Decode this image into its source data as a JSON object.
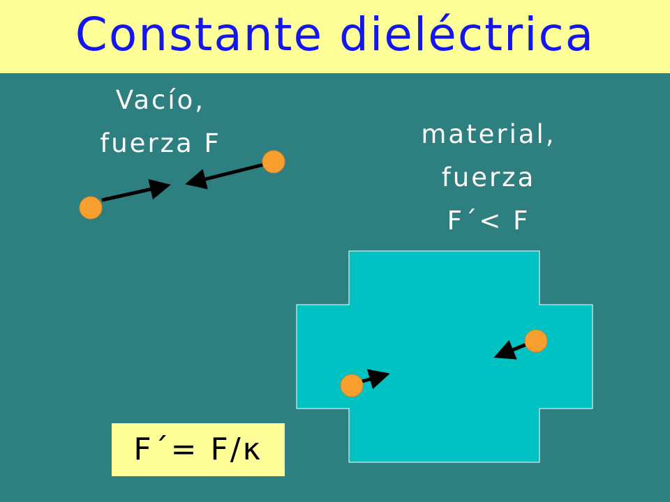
{
  "title": "Constante dieléctrica",
  "vacuum": {
    "line1": "Vacío,",
    "line2": "fuerza F"
  },
  "material": {
    "line1": "material,",
    "line2": "fuerza",
    "line3": "F´< F"
  },
  "formula": "F´= F/κ",
  "colors": {
    "background": "#2e7f80",
    "title_bar": "#ffff99",
    "title_text": "#1515ee",
    "material_region": "#00c2c2",
    "charge": "#f7a030",
    "arrow": "#000000",
    "formula_box": "#ffff99"
  }
}
